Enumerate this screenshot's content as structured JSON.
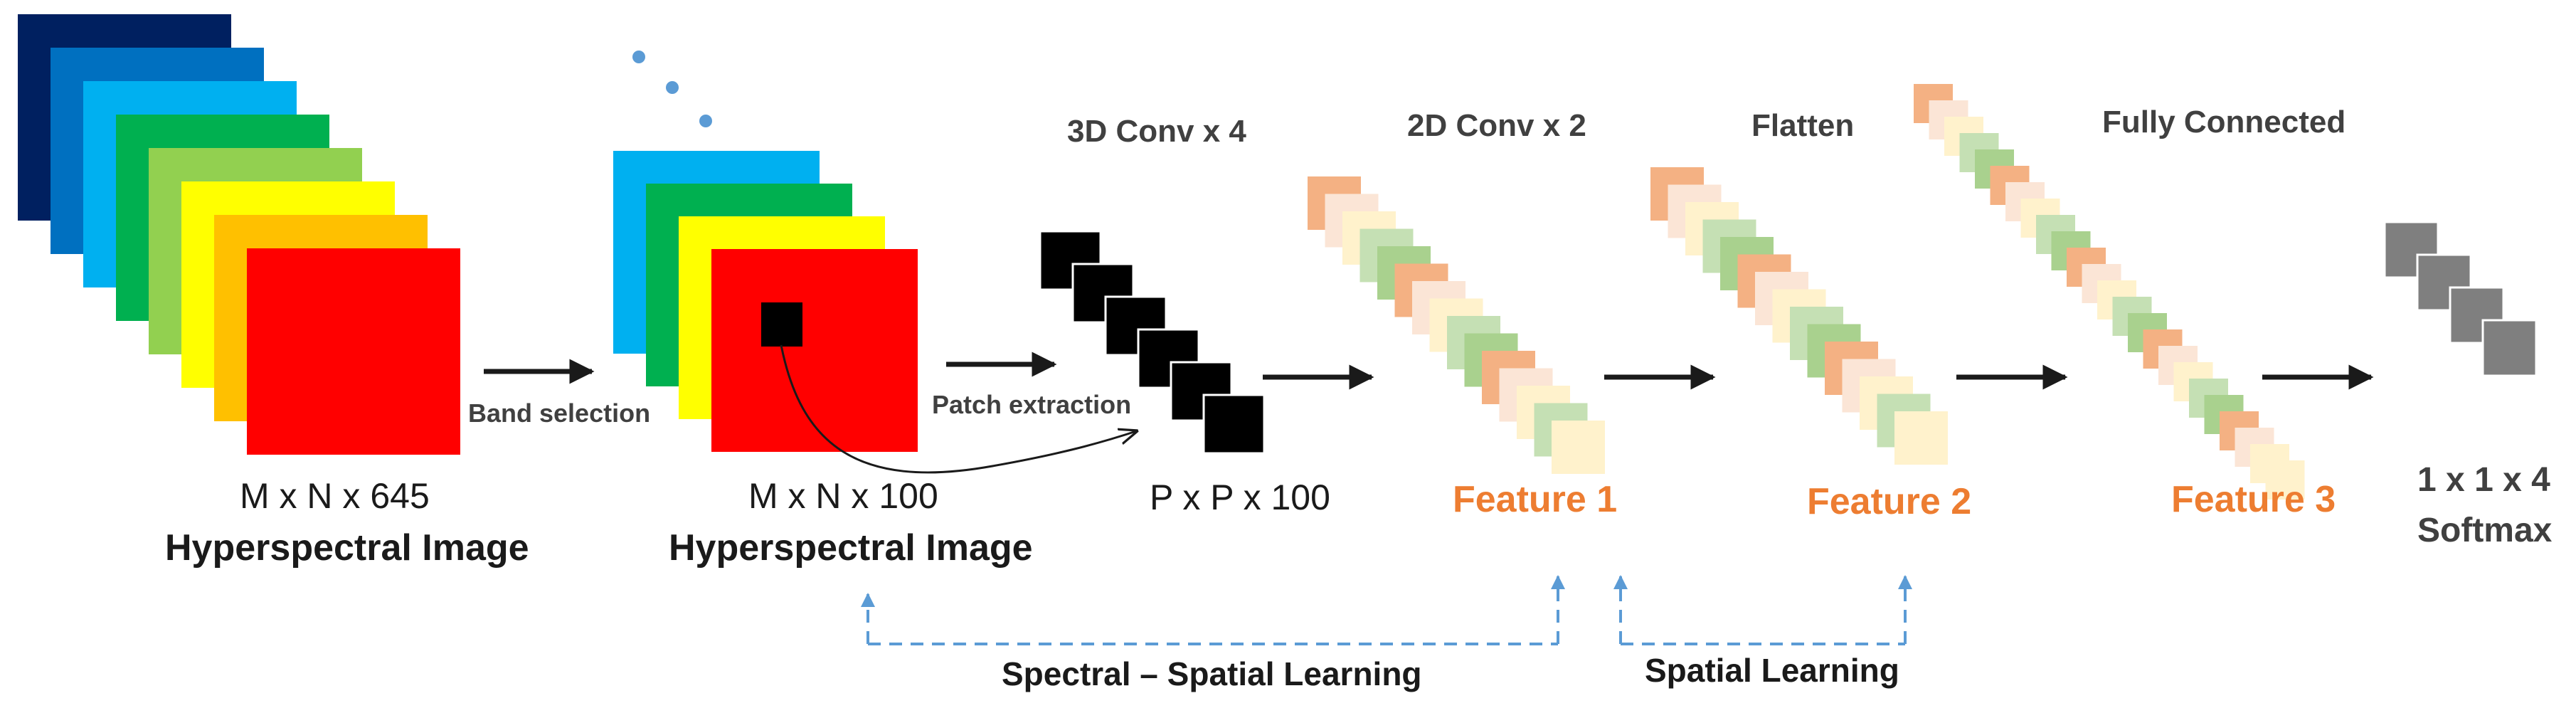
{
  "colors": {
    "band_colors": [
      "#002060",
      "#0070C0",
      "#00B0F0",
      "#00B050",
      "#92D050",
      "#FFFF00",
      "#FFC000",
      "#FF0000"
    ],
    "subset_colors": [
      "#00B0F0",
      "#00B050",
      "#FFFF00",
      "#FF0000"
    ],
    "patch": "#000000",
    "output_square": "#7F7F7F",
    "feature_label": "#ED7D31",
    "feature_tiles": [
      "#F4B183",
      "#FBE5D6",
      "#FFF2CC",
      "#C5E0B4",
      "#A9D18E"
    ],
    "dashed_line": "#5B9BD5",
    "arrow": "#1a1a1a"
  },
  "input": {
    "dims": "M x N x 645",
    "title": "Hyperspectral  Image"
  },
  "band_selection_label": "Band selection",
  "selected": {
    "dims": "M x N x 100",
    "title": "Hyperspectral  Image"
  },
  "patch_extraction_label": "Patch extraction",
  "conv3d": {
    "label": "3D Conv x 4",
    "dims": "P x P x 100"
  },
  "conv2d": {
    "label": "2D Conv x 2",
    "feature": "Feature 1"
  },
  "flatten": {
    "label": "Flatten",
    "feature": "Feature 2"
  },
  "fc": {
    "label": "Fully Connected",
    "feature": "Feature 3"
  },
  "output": {
    "dims": "1 x 1 x 4",
    "title": "Softmax"
  },
  "learning": {
    "spectral_spatial": "Spectral – Spatial Learning",
    "spatial": "Spatial Learning"
  }
}
